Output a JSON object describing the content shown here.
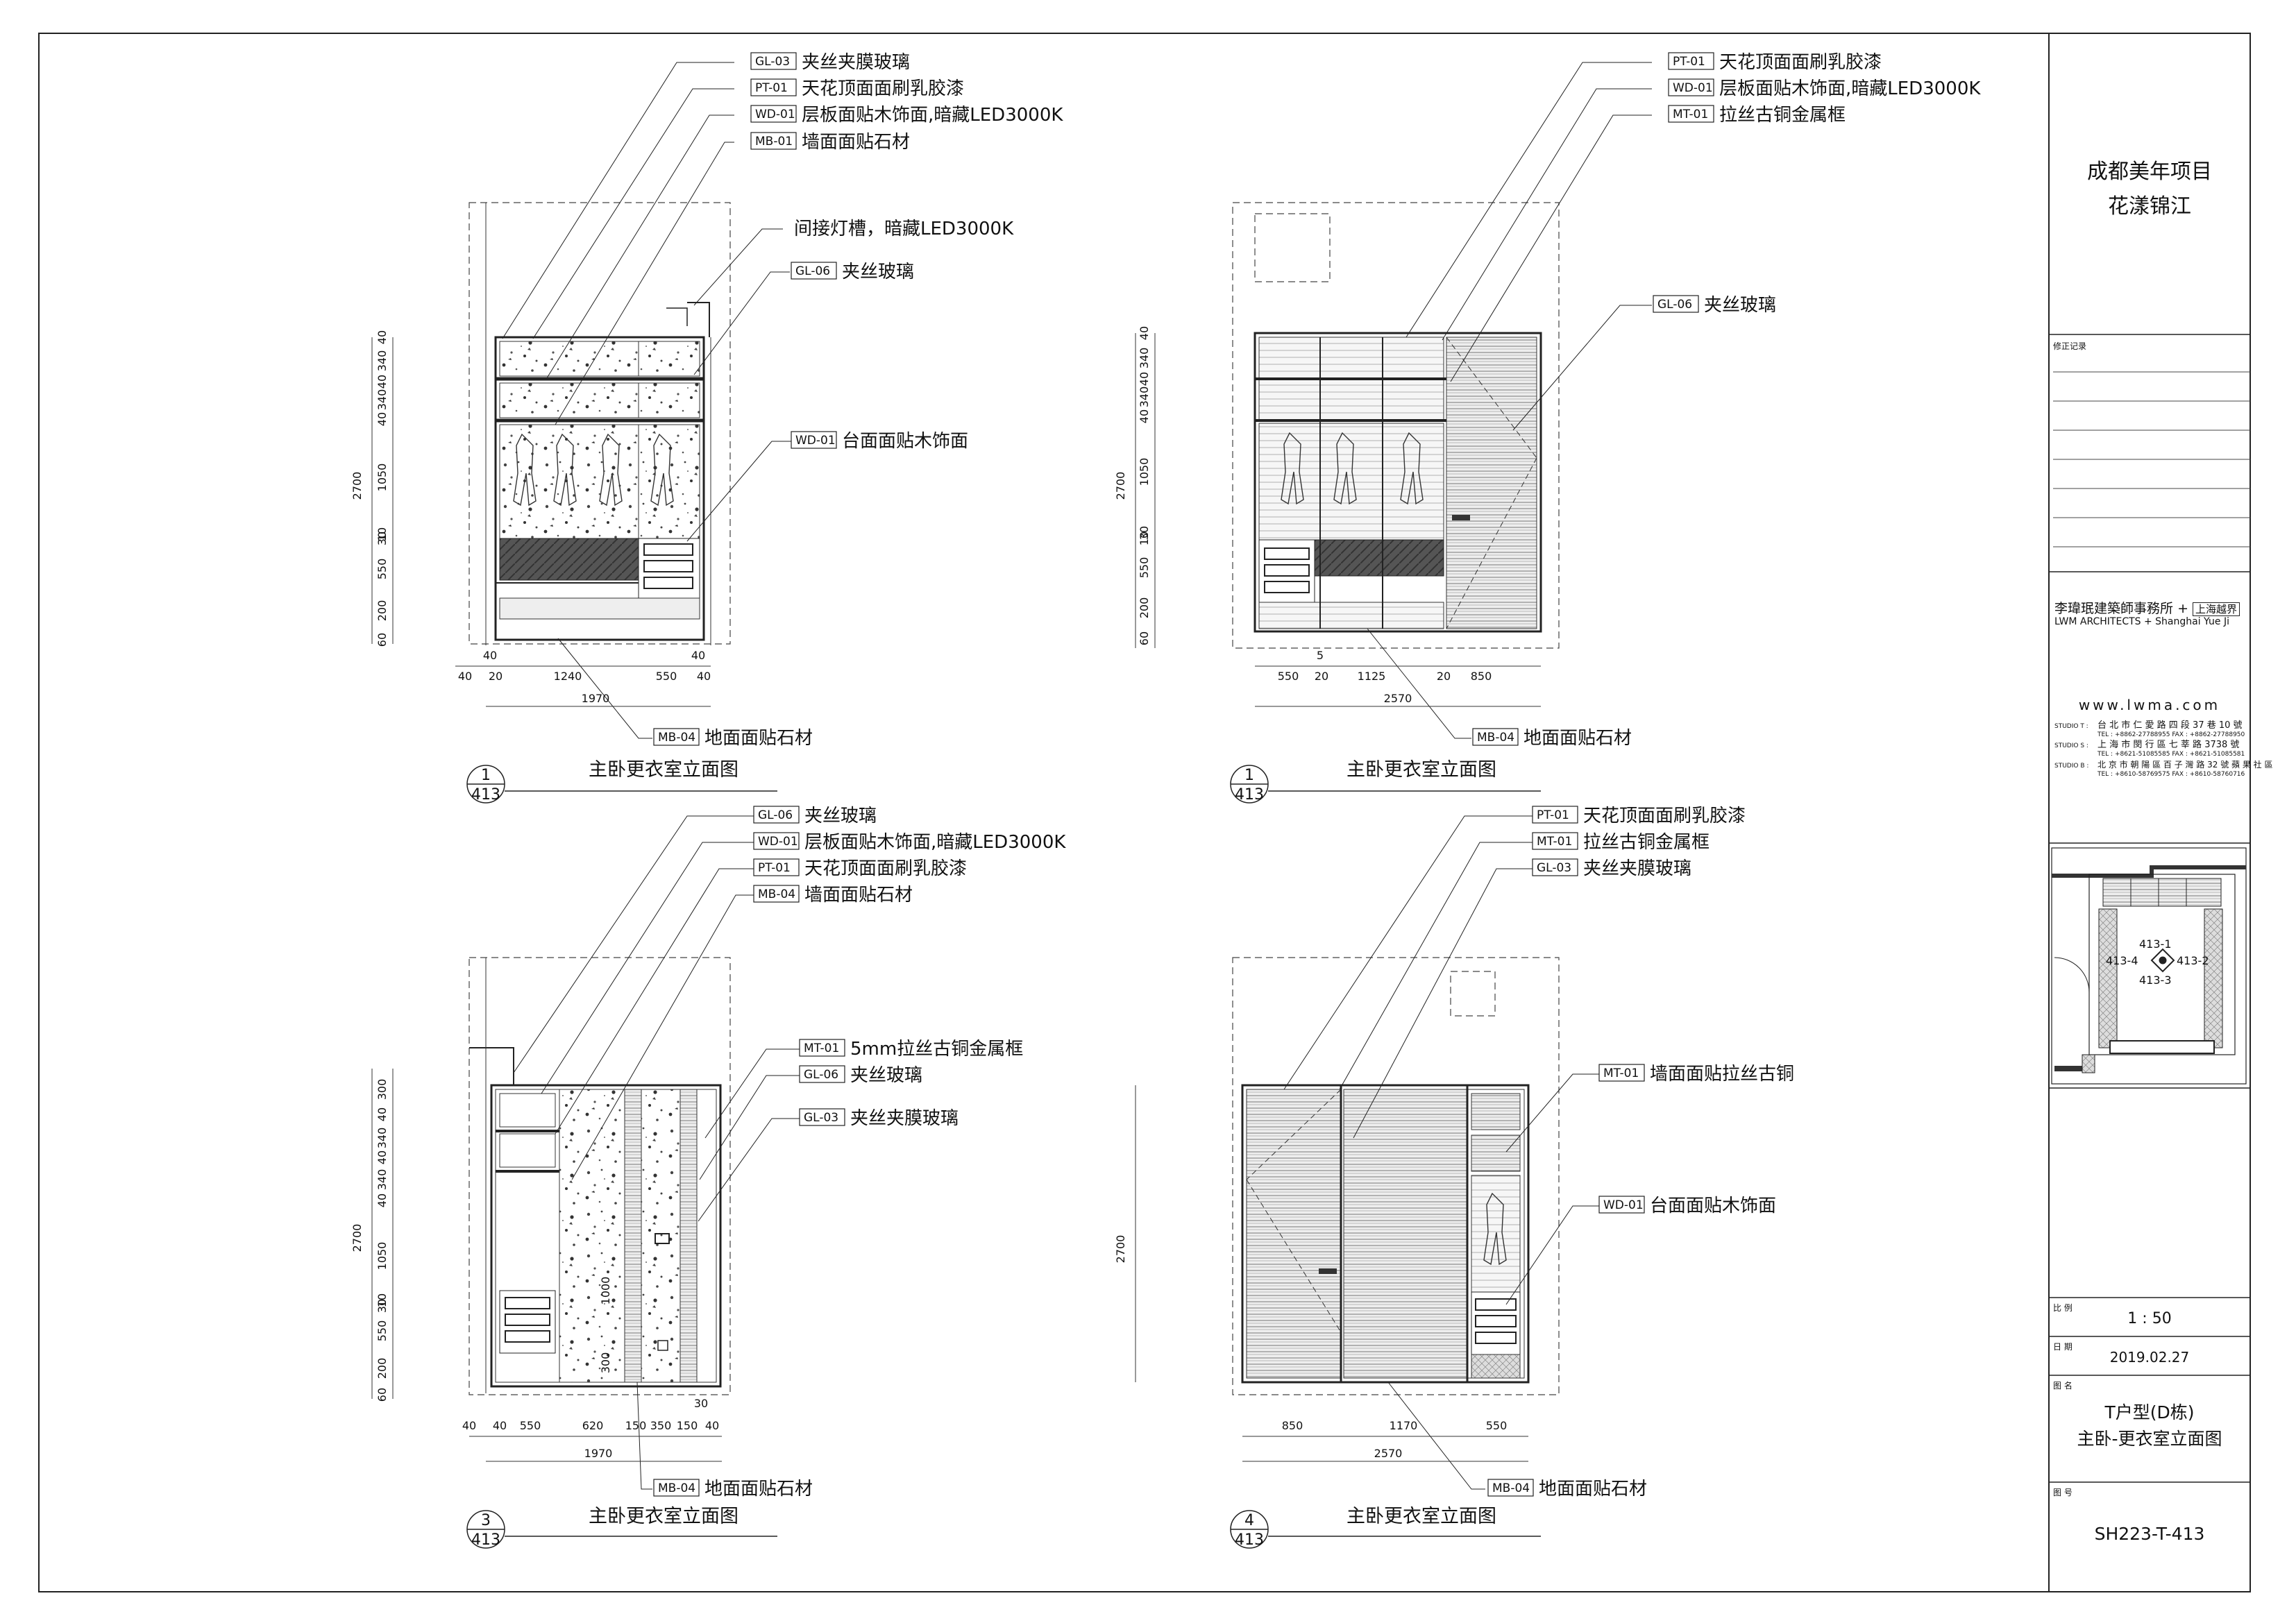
{
  "project": {
    "name_line1": "成都美年项目",
    "name_line2": "花漾锦江"
  },
  "revision": {
    "label": "修正记录"
  },
  "firm": {
    "name_cn": "李瑋珉建築師事務所",
    "plus": "+",
    "partner_cn": "上海越界",
    "name_en": "LWM ARCHITECTS + Shanghai Yue Ji",
    "website": "www.lwma.com",
    "studios": [
      {
        "label": "STUDIO T :",
        "addr": "台 北 市 仁 愛 路 四 段 37 巷 10 號",
        "tel": "TEL : +8862-27788955   FAX : +8862-27788950"
      },
      {
        "label": "STUDIO S :",
        "addr": "上 海 市 閔 行 區 七 莘 路 3738 號",
        "tel": "TEL : +8621-51085585   FAX : +8621-51085581"
      },
      {
        "label": "STUDIO B :",
        "addr": "北 京 市 朝 陽 區 百 子 灣 路 32 號 蘋 果 社 區",
        "tel": "TEL : +8610-58769575   FAX : +8610-58760716"
      }
    ]
  },
  "key_plan": {
    "center": "413-1",
    "left": "413-4",
    "right": "413-2",
    "bottom": "413-3"
  },
  "meta": {
    "scale_label": "比 例",
    "scale": "1 : 50",
    "date_label": "日 期",
    "date": "2019.02.27",
    "drawing_label": "图 名",
    "drawing_line1": "T户型(D栋)",
    "drawing_line2": "主卧-更衣室立面图",
    "number_label": "图 号",
    "number": "SH223-T-413"
  },
  "views": [
    {
      "num": "1",
      "sheet": "413",
      "title": "主卧更衣室立面图",
      "callouts": [
        {
          "tag": "GL-03",
          "text": "夹丝夹膜玻璃"
        },
        {
          "tag": "PT-01",
          "text": "天花顶面面刷乳胶漆"
        },
        {
          "tag": "WD-01",
          "text": "层板面贴木饰面,暗藏LED3000K"
        },
        {
          "tag": "MB-01",
          "text": "墙面面贴石材"
        },
        {
          "tag": "",
          "text": "间接灯槽，暗藏LED3000K"
        },
        {
          "tag": "GL-06",
          "text": "夹丝玻璃"
        },
        {
          "tag": "WD-01",
          "text": "台面面贴木饰面"
        },
        {
          "tag": "MB-04",
          "text": "地面面贴石材"
        }
      ],
      "vdims": [
        "40",
        "340",
        "40",
        "340",
        "40",
        "1050",
        "10",
        "30",
        "550",
        "200",
        "60"
      ],
      "vtotal": "2700",
      "hdims": [
        "40",
        "20",
        "1240",
        "550",
        "40"
      ],
      "hsmall": [
        "40",
        "40"
      ],
      "htotal": "1970"
    },
    {
      "num": "1",
      "sheet": "413",
      "title": "主卧更衣室立面图",
      "callouts": [
        {
          "tag": "PT-01",
          "text": "天花顶面面刷乳胶漆"
        },
        {
          "tag": "WD-01",
          "text": "层板面贴木饰面,暗藏LED3000K"
        },
        {
          "tag": "MT-01",
          "text": "拉丝古铜金属框"
        },
        {
          "tag": "GL-06",
          "text": "夹丝玻璃"
        },
        {
          "tag": "MB-04",
          "text": "地面面贴石材"
        }
      ],
      "vdims": [
        "40",
        "340",
        "40",
        "340",
        "40",
        "1050",
        "30",
        "10",
        "550",
        "200",
        "60"
      ],
      "vtotal": "2700",
      "hdims": [
        "550",
        "20",
        "1125",
        "20",
        "850"
      ],
      "hsmall": [
        "5"
      ],
      "htotal": "2570"
    },
    {
      "num": "3",
      "sheet": "413",
      "title": "主卧更衣室立面图",
      "callouts": [
        {
          "tag": "GL-06",
          "text": "夹丝玻璃"
        },
        {
          "tag": "WD-01",
          "text": "层板面贴木饰面,暗藏LED3000K"
        },
        {
          "tag": "PT-01",
          "text": "天花顶面面刷乳胶漆"
        },
        {
          "tag": "MB-04",
          "text": "墙面面贴石材"
        },
        {
          "tag": "MT-01",
          "text": "5mm拉丝古铜金属框"
        },
        {
          "tag": "GL-06",
          "text": "夹丝玻璃"
        },
        {
          "tag": "GL-03",
          "text": "夹丝夹膜玻璃"
        },
        {
          "tag": "MB-04",
          "text": "地面面贴石材"
        }
      ],
      "vdims": [
        "300",
        "40",
        "340",
        "40",
        "340",
        "40",
        "1050",
        "10",
        "30",
        "550",
        "200",
        "60"
      ],
      "vtotal": "2700",
      "inner": [
        "1000",
        "300"
      ],
      "hdims": [
        "40",
        "40",
        "550",
        "620",
        "150",
        "350",
        "150",
        "40"
      ],
      "hsmall": [
        "30"
      ],
      "htotal": "1970"
    },
    {
      "num": "4",
      "sheet": "413",
      "title": "主卧更衣室立面图",
      "callouts": [
        {
          "tag": "PT-01",
          "text": "天花顶面面刷乳胶漆"
        },
        {
          "tag": "MT-01",
          "text": "拉丝古铜金属框"
        },
        {
          "tag": "GL-03",
          "text": "夹丝夹膜玻璃"
        },
        {
          "tag": "MT-01",
          "text": "墙面面贴拉丝古铜"
        },
        {
          "tag": "WD-01",
          "text": "台面面贴木饰面"
        },
        {
          "tag": "MB-04",
          "text": "地面面贴石材"
        }
      ],
      "vdims": [],
      "vtotal": "2700",
      "hdims": [
        "850",
        "1170",
        "550"
      ],
      "hsmall": [],
      "htotal": "2570"
    }
  ]
}
